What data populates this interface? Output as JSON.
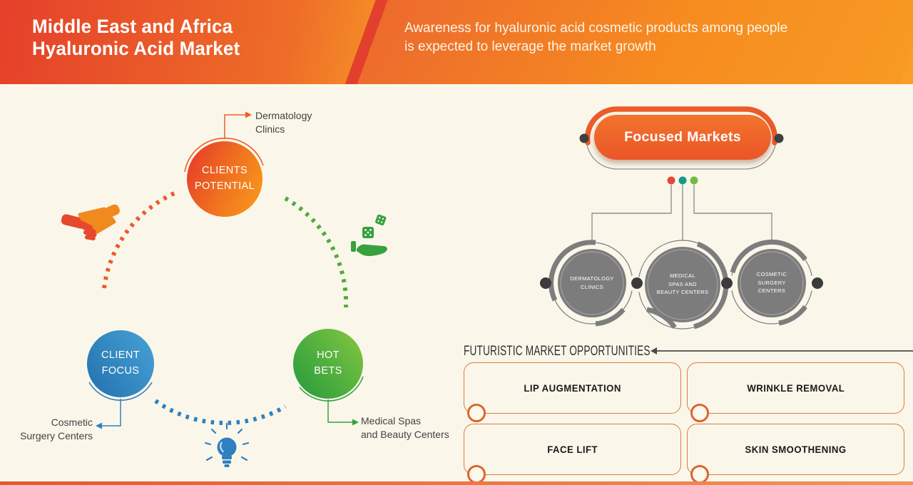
{
  "header": {
    "title": "Middle East and Africa\nHyaluronic Acid Market",
    "subtitle": "Awareness for hyaluronic acid cosmetic products among people\nis expected to leverage the market growth"
  },
  "cycle": {
    "potential": {
      "label": "CLIENTS\nPOTENTIAL",
      "callout": "Dermatology\nClinics"
    },
    "focus": {
      "label": "CLIENT\nFOCUS",
      "callout": "Cosmetic\nSurgery Centers"
    },
    "hot_bets": {
      "label": "HOT\nBETS",
      "callout": "Medical Spas\nand Beauty Centers"
    },
    "icons": [
      "handshake-icon",
      "dice-in-hand-icon",
      "lightbulb-icon"
    ]
  },
  "focused_markets": {
    "title": "Focused Markets",
    "nodes": [
      {
        "label": "DERMATOLOGY\nCLINICS",
        "dot_color": "#e64638"
      },
      {
        "label": "MEDICAL\nSPAS AND\nBEAUTY CENTERS",
        "dot_color": "#17988f"
      },
      {
        "label": "COSMETIC\nSURGERY\nCENTERS",
        "dot_color": "#74b944"
      }
    ]
  },
  "opportunities": {
    "title": "FUTURISTIC MARKET OPPORTUNITIES",
    "items": [
      "LIP AUGMENTATION",
      "WRINKLE REMOVAL",
      "FACE LIFT",
      "SKIN SMOOTHENING"
    ]
  },
  "colors": {
    "accent_orange": "#ed5c2b",
    "header_red": "#e5402a",
    "header_orange": "#f7941e",
    "blue": "#2f80bf",
    "green": "#36a13e",
    "node_gray": "#7d7d7d",
    "background_cream": "#faf7ea"
  }
}
